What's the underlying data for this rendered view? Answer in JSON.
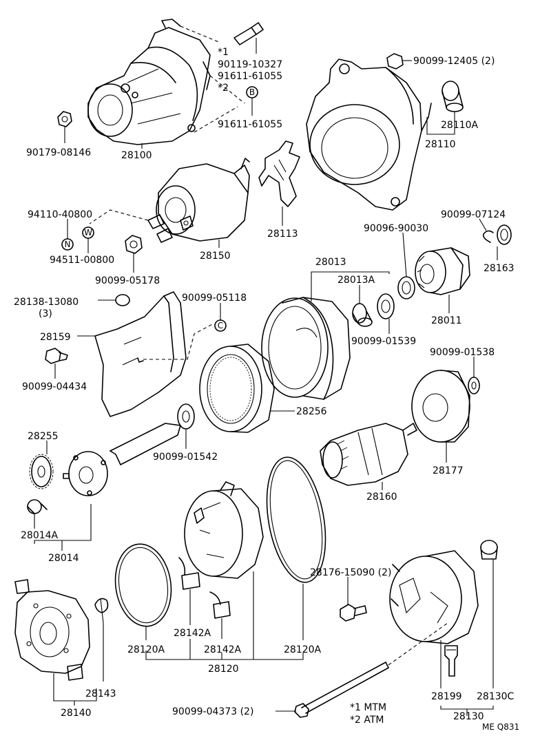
{
  "labels": {
    "p_mtm_note": "*1",
    "p_90119": "90119-10327",
    "p_91611a": "91611-61055",
    "p_atm_note": "*2",
    "p_91611b": "91611-61055",
    "p_90179": "90179-08146",
    "p_28100": "28100",
    "p_90099_12405": "90099-12405 (2)",
    "p_28110A": "28110A",
    "p_28110": "28110",
    "p_94110": "94110-40800",
    "p_94511": "94511-00800",
    "p_90099_05178": "90099-05178",
    "p_28150": "28150",
    "p_28113": "28113",
    "p_90099_07124": "90099-07124",
    "p_90096": "90096-90030",
    "p_28163": "28163",
    "p_28013": "28013",
    "p_28013A": "28013A",
    "p_28138": "28138-13080",
    "p_28138_qty": "(3)",
    "p_90099_05118": "90099-05118",
    "p_28011": "28011",
    "p_28159": "28159",
    "p_90099_01539": "90099-01539",
    "p_90099_01538": "90099-01538",
    "p_90099_04434": "90099-04434",
    "p_28256": "28256",
    "p_28255": "28255",
    "p_90099_01542": "90099-01542",
    "p_28177": "28177",
    "p_28160": "28160",
    "p_28014A": "28014A",
    "p_28014": "28014",
    "p_28176": "28176-15090 (2)",
    "p_28142A_1": "28142A",
    "p_28142A_2": "28142A",
    "p_28120A_1": "28120A",
    "p_28120A_2": "28120A",
    "p_28120": "28120",
    "p_28143": "28143",
    "p_28140": "28140",
    "p_28199": "28199",
    "p_28130C": "28130C",
    "p_28130": "28130",
    "p_90099_04373": "90099-04373 (2)",
    "callout_b": "B",
    "callout_n": "N",
    "callout_w": "W",
    "callout_c": "C"
  },
  "legend": {
    "line1": "*1  MTM",
    "line2": "*2  ATM"
  },
  "diagram_code": "ME Q831"
}
